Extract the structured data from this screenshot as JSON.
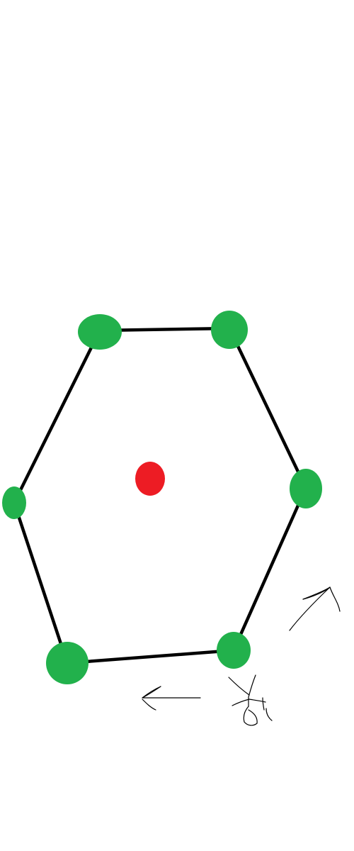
{
  "diagram": {
    "shape": "hexagon",
    "edge_color": "#000000",
    "vertex_color": "#22B14C",
    "center_color": "#ED1C24",
    "vertex_count": 6,
    "center_point_count": 1
  },
  "annotations": {
    "arrows": [
      {
        "name": "arrow-left-icon",
        "direction": "left"
      },
      {
        "name": "arrow-up-right-icon",
        "direction": "up-right"
      }
    ],
    "glyph_text": "我"
  }
}
